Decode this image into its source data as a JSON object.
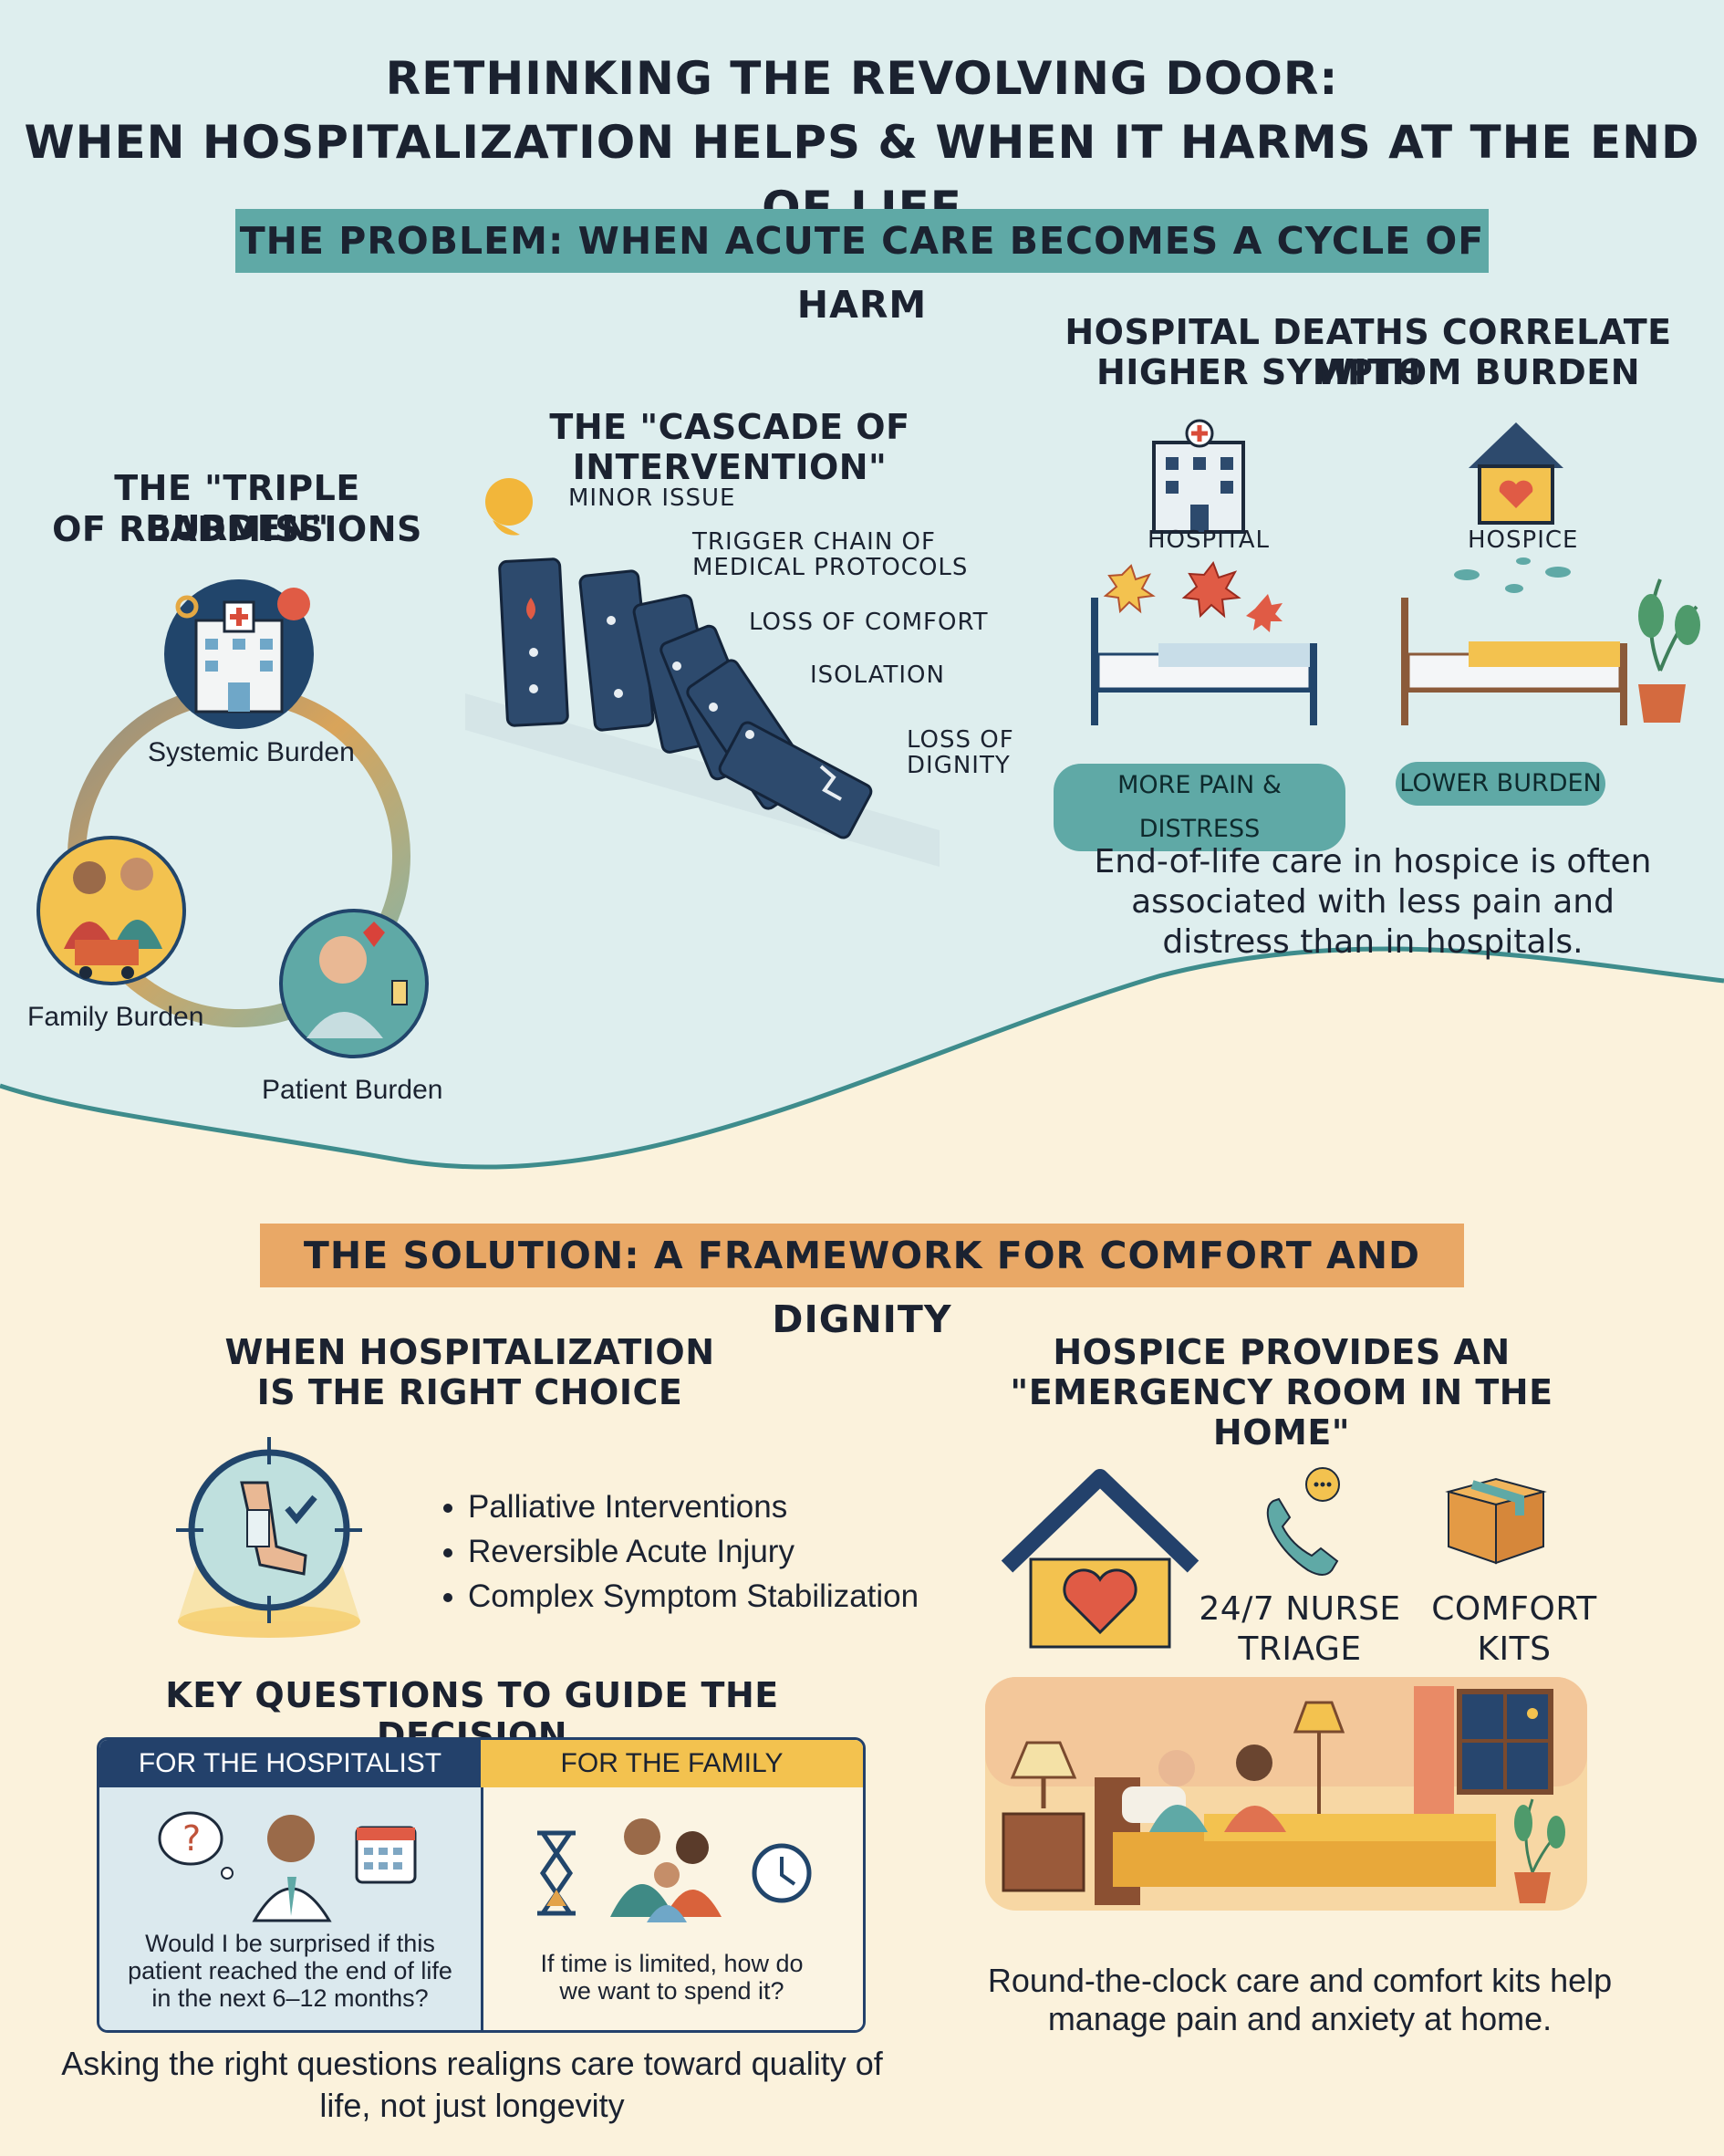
{
  "title": {
    "line1": "RETHINKING THE REVOLVING DOOR:",
    "line2": "WHEN HOSPITALIZATION HELPS & WHEN IT HARMS AT THE END OF LIFE"
  },
  "colors": {
    "teal": "#5fa9a6",
    "orange": "#e9a866",
    "navy": "#23416b",
    "top_bg": "#deeeee",
    "bottom_bg": "#fbf2dc"
  },
  "problem": {
    "banner": "THE PROBLEM: WHEN ACUTE CARE BECOMES A CYCLE OF HARM",
    "triple": {
      "heading1": "THE \"TRIPLE BURDEN\"",
      "heading2": "OF READMISSIONS",
      "systemic": "Systemic Burden",
      "family": "Family Burden",
      "patient": "Patient Burden"
    },
    "cascade": {
      "heading": "THE \"CASCADE OF INTERVENTION\"",
      "steps": {
        "minor": "MINOR ISSUE",
        "trigger1": "TRIGGER CHAIN OF",
        "trigger2": "MEDICAL PROTOCOLS",
        "comfort": "LOSS OF COMFORT",
        "isolation": "ISOLATION",
        "dignity1": "LOSS OF",
        "dignity2": "DIGNITY"
      }
    },
    "deaths": {
      "heading1": "HOSPITAL DEATHS CORRELATE WITH",
      "heading2": "HIGHER SYMPTOM BURDEN",
      "hospital": "HOSPITAL",
      "hospice": "HOSPICE",
      "pill_more": "MORE PAIN & DISTRESS",
      "pill_lower": "LOWER BURDEN",
      "body1": "End-of-life care in hospice is often",
      "body2": "associated with less pain and",
      "body3": "distress than in hospitals."
    }
  },
  "solution": {
    "banner": "THE SOLUTION: A FRAMEWORK FOR COMFORT AND DIGNITY",
    "right_choice": {
      "heading1": "WHEN HOSPITALIZATION",
      "heading2": "IS THE RIGHT CHOICE",
      "bullets": [
        "Palliative Interventions",
        "Reversible Acute Injury",
        "Complex Symptom Stabilization"
      ]
    },
    "questions": {
      "heading": "KEY QUESTIONS TO GUIDE THE DECISION",
      "hospitalist_label": "FOR THE HOSPITALIST",
      "hospitalist_q1": "Would I be surprised if this",
      "hospitalist_q2": "patient reached the end of life",
      "hospitalist_q3": "in the next 6–12 months?",
      "family_label": "FOR THE FAMILY",
      "family_q1": "If time is limited, how do",
      "family_q2": "we want to spend it?",
      "foot1": "Asking the right questions realigns care toward quality of",
      "foot2": "life, not just longevity"
    },
    "er_home": {
      "heading1": "HOSPICE PROVIDES AN",
      "heading2": "\"EMERGENCY ROOM IN THE HOME\"",
      "triage1": "24/7 NURSE",
      "triage2": "TRIAGE",
      "kits1": "COMFORT",
      "kits2": "KITS",
      "foot1": "Round-the-clock care and comfort kits help",
      "foot2": "manage pain and anxiety at home."
    }
  }
}
